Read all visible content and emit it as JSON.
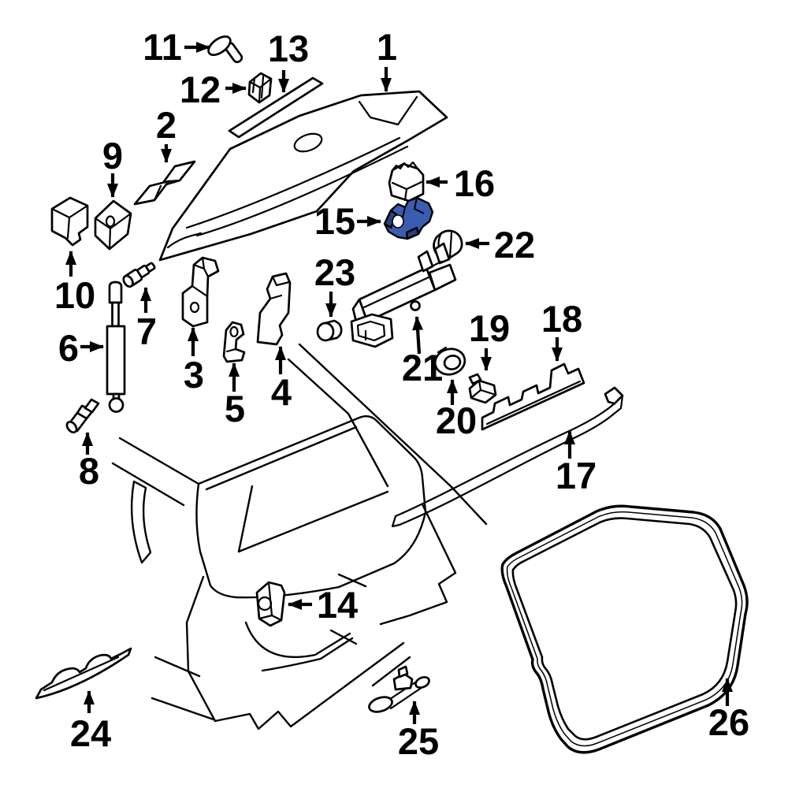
{
  "diagram": {
    "background_color": "#ffffff",
    "line_color": "#000000",
    "highlight_color": "#3a5db1",
    "highlight_shadow_color": "#27427f",
    "highlighted_part_label": "15",
    "callouts": [
      {
        "label": "1"
      },
      {
        "label": "2"
      },
      {
        "label": "3"
      },
      {
        "label": "4"
      },
      {
        "label": "5"
      },
      {
        "label": "6"
      },
      {
        "label": "7"
      },
      {
        "label": "8"
      },
      {
        "label": "9"
      },
      {
        "label": "10"
      },
      {
        "label": "11"
      },
      {
        "label": "12"
      },
      {
        "label": "13"
      },
      {
        "label": "14"
      },
      {
        "label": "15"
      },
      {
        "label": "16"
      },
      {
        "label": "17"
      },
      {
        "label": "18"
      },
      {
        "label": "19"
      },
      {
        "label": "20"
      },
      {
        "label": "21"
      },
      {
        "label": "22"
      },
      {
        "label": "23"
      },
      {
        "label": "24"
      },
      {
        "label": "25"
      },
      {
        "label": "26"
      }
    ]
  }
}
